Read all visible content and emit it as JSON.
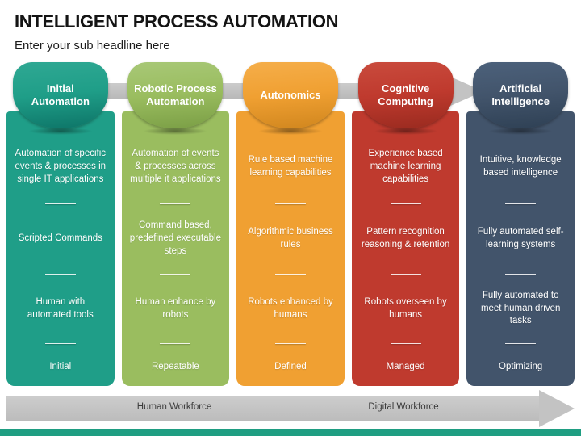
{
  "slide": {
    "title": "INTELLIGENT PROCESS AUTOMATION",
    "subtitle": "Enter your sub headline here"
  },
  "columns": [
    {
      "header": "Initial Automation",
      "items": [
        "Automation of specific events & processes in single IT applications",
        "Scripted Commands",
        "Human with automated tools"
      ],
      "label": "Initial",
      "colors": {
        "body": "#1f9e88",
        "bubble_top": "#2fa893",
        "bubble_bottom": "#0d7467"
      }
    },
    {
      "header": "Robotic Process Automation",
      "items": [
        "Automation of events & processes across multiple it applications",
        "Command based, predefined executable steps",
        "Human enhance by robots"
      ],
      "label": "Repeatable",
      "colors": {
        "body": "#9abd5f",
        "bubble_top": "#a8c877",
        "bubble_bottom": "#7a9e45"
      }
    },
    {
      "header": "Autonomics",
      "items": [
        "Rule based machine learning capabilities",
        "Algorithmic business rules",
        "Robots enhanced by humans"
      ],
      "label": "Defined",
      "colors": {
        "body": "#f0a032",
        "bubble_top": "#f5ae4a",
        "bubble_bottom": "#d0861e"
      }
    },
    {
      "header": "Cognitive Computing",
      "items": [
        "Experience based machine learning capabilities",
        "Pattern recognition reasoning & retention",
        "Robots overseen by humans"
      ],
      "label": "Managed",
      "colors": {
        "body": "#bf3a2e",
        "bubble_top": "#c94b3d",
        "bubble_bottom": "#992a1f"
      }
    },
    {
      "header": "Artificial Intelligence",
      "items": [
        "Intuitive, knowledge based intelligence",
        "Fully automated self-learning systems",
        "Fully automated to meet human driven tasks"
      ],
      "label": "Optimizing",
      "colors": {
        "body": "#42546b",
        "bubble_top": "#4c617b",
        "bubble_bottom": "#2e4054"
      }
    }
  ],
  "top_arrow": {
    "color": "#c3c3c3"
  },
  "bottom_arrow": {
    "left_label": "Human Workforce",
    "right_label": "Digital Workforce",
    "color": "#c3c3c3"
  },
  "footer": {
    "color": "#1f9e82"
  }
}
